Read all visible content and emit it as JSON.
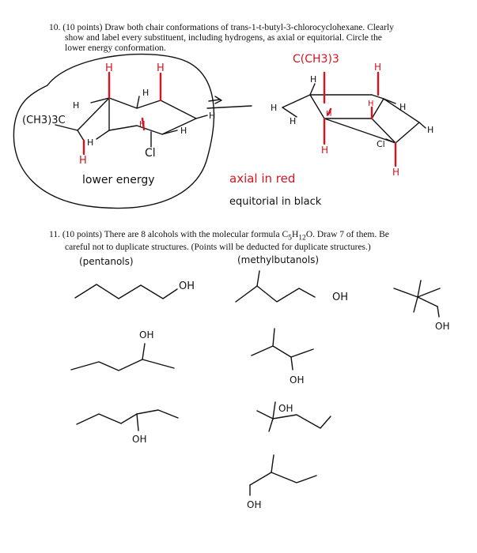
{
  "colors": {
    "ink": "#111111",
    "red": "#d8131f"
  },
  "q10": {
    "number": "10.",
    "points": "(10 points)",
    "line1": "Draw both chair conformations of trans-1-t-butyl-3-chlorocyclohexane.  Clearly",
    "line2": "show and label every substituent, including hydrogens, as axial or equitorial.   Circle the",
    "line3": "lower energy conformation."
  },
  "q10_answer": {
    "left_tbutyl": "(CH3)3C",
    "left_cl": "Cl",
    "right_tbutyl": "C(CH3)3",
    "right_cl": "Cl",
    "h": "H",
    "lower_energy": "lower energy",
    "axial_note": "axial in red",
    "equatorial_note": "equitorial in black"
  },
  "q11": {
    "number": "11.",
    "points": "(10 points)",
    "line1_a": "There are 8 alcohols with the molecular formula C",
    "line1_sub1": "5",
    "line1_b": "H",
    "line1_sub2": "12",
    "line1_c": "O.  Draw 7 of them. Be",
    "line2": "careful not to duplicate structures.  (Points will be deducted for duplicate structures.)"
  },
  "q11_answer": {
    "pentanols": "(pentanols)",
    "methylbutanols": "(methylbutanols)",
    "oh": "OH"
  }
}
